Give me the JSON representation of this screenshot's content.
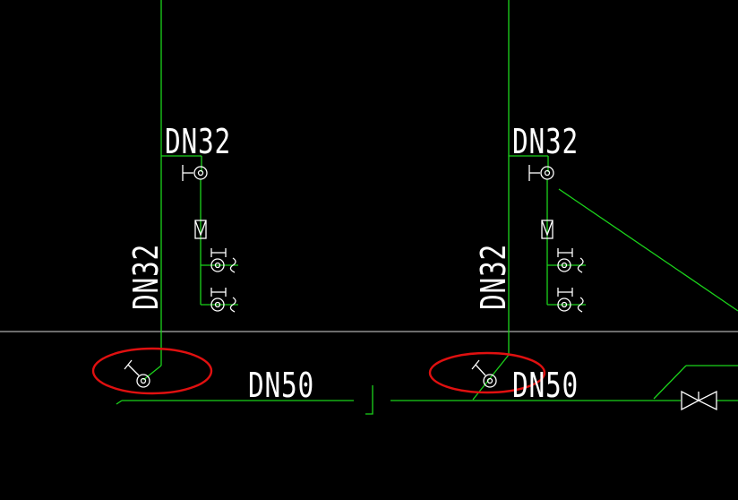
{
  "colors": {
    "background": "#000000",
    "pipe": "#1bd31b",
    "symbol": "#ffffff",
    "highlight": "#e01010",
    "reference_line": "#d8d8d8"
  },
  "labels": {
    "left_branch_top": "DN32",
    "left_riser": "DN32",
    "left_main": "DN50",
    "right_branch_top": "DN32",
    "right_riser": "DN32",
    "right_main": "DN50"
  },
  "icons": [
    "valve-icon",
    "meter-icon",
    "gate-valve-icon",
    "highlight-circle"
  ]
}
